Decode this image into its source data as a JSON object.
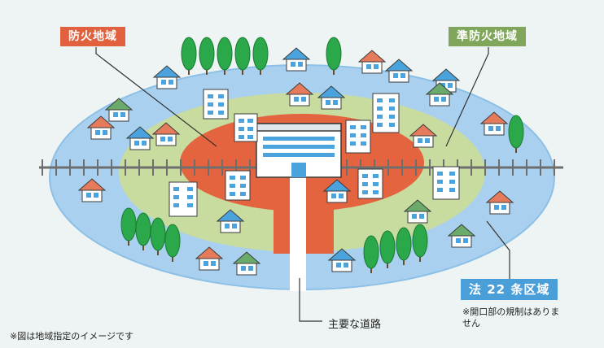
{
  "labels": {
    "fire_zone": "防火地域",
    "semi_fire_zone": "準防火地域",
    "law22_zone": "法 22 条区域",
    "main_road": "主要な道路"
  },
  "notes": {
    "image_note": "※図は地域指定のイメージです",
    "opening_note": "※開口部の規制はありません"
  },
  "colors": {
    "outer_ring": "#a9d0ee",
    "outer_ring_border": "#7fb7e2",
    "middle_ring": "#c8dca0",
    "center": "#e4643f",
    "fire_label": "#e1603e",
    "semi_label": "#7fa65a",
    "law22_label": "#4a9fd8",
    "rail": "#6e6e6e",
    "tree": "#2aa84a",
    "road": "#ffffff"
  }
}
